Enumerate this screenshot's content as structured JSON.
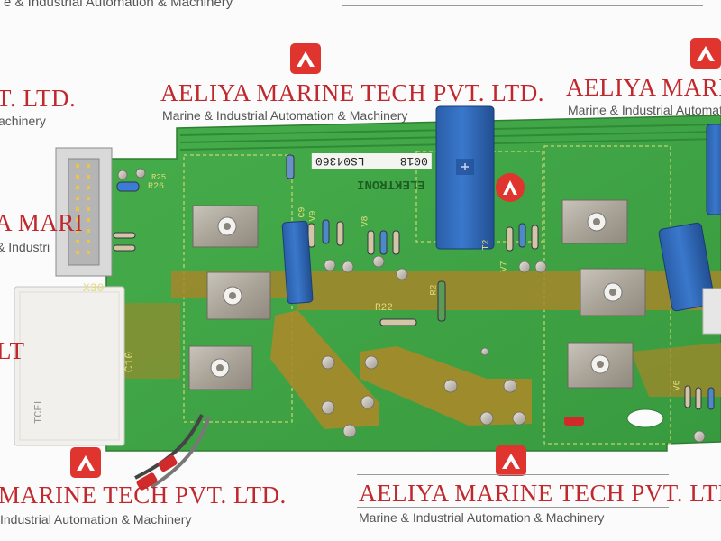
{
  "watermark": {
    "company": "AELIYA MARINE TECH PVT. LTD.",
    "tagline": "Marine & Industrial Automation & Machinery",
    "partial_name_top_left": "T. LTD.",
    "partial_tagline_top_left": "achinery",
    "partial_top_strip": "e & Industrial Automation & Machinery",
    "partial_name_mid_left": "A MARI",
    "partial_tagline_mid_left": "& Industri",
    "partial_lt": "LT",
    "partial_bottom_left_name": "MARINE TECH PVT. LTD.",
    "partial_bottom_left_tagline": "Industrial Automation & Machinery"
  },
  "board": {
    "part_label": "LS04360",
    "part_label_suffix": "0018",
    "connector_label": "X30",
    "capacitor_label": "C10",
    "resistor_labels": [
      "R25",
      "R26",
      "R22",
      "V9",
      "V8",
      "V7",
      "T2",
      "V6",
      "C9",
      "R2"
    ],
    "silk_text": "ELEKTRONI",
    "cap_marking": "TCEL"
  },
  "colors": {
    "pcb": "#3fa645",
    "copper": "#a8882a",
    "blue_cap": "#2c64b4",
    "watermark_red": "#c0282d"
  }
}
